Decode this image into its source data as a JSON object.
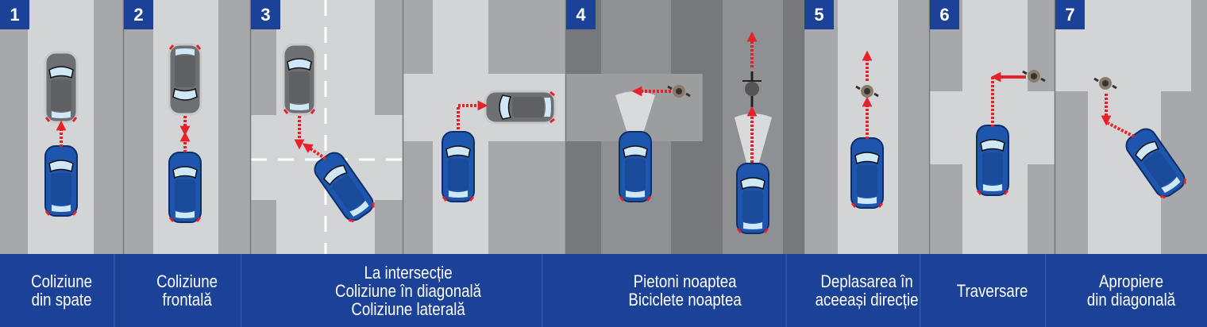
{
  "panels": [
    {
      "number": "1",
      "caption": [
        "Coliziune",
        "din spate"
      ]
    },
    {
      "number": "2",
      "caption": [
        "Coliziune",
        "frontală"
      ]
    },
    {
      "number": "3",
      "caption": [
        "La intersecție",
        "Coliziune în diagonală",
        "Coliziune laterală"
      ]
    },
    {
      "number": "4",
      "caption": [
        "Pietoni noaptea",
        "Biciclete noaptea"
      ]
    },
    {
      "number": "5",
      "caption": [
        "Deplasarea în",
        "aceeași direcție"
      ]
    },
    {
      "number": "6",
      "caption": [
        "Traversare"
      ]
    },
    {
      "number": "7",
      "caption": [
        "Apropiere",
        "din diagonală"
      ]
    }
  ],
  "colors": {
    "brand_blue": "#1b4297",
    "arrow": "#e8202a",
    "road": "#d3d4d6",
    "curb": "#a7a8ab"
  }
}
